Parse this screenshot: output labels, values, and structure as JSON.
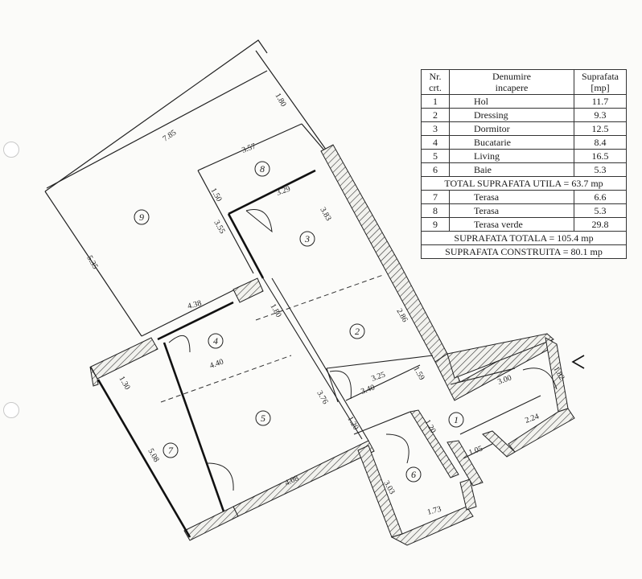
{
  "table": {
    "headers": {
      "nr": "Nr.\ncrt.",
      "name": "Denumire\nincapere",
      "area": "Suprafata\n[mp]"
    },
    "rooms": [
      {
        "nr": "1",
        "name": "Hol",
        "area": "11.7"
      },
      {
        "nr": "2",
        "name": "Dressing",
        "area": "9.3"
      },
      {
        "nr": "3",
        "name": "Dormitor",
        "area": "12.5"
      },
      {
        "nr": "4",
        "name": "Bucatarie",
        "area": "8.4"
      },
      {
        "nr": "5",
        "name": "Living",
        "area": "16.5"
      },
      {
        "nr": "6",
        "name": "Baie",
        "area": "5.3"
      }
    ],
    "total_util": "TOTAL SUPRAFATA UTILA = 63.7 mp",
    "terraces": [
      {
        "nr": "7",
        "name": "Terasa",
        "area": "6.6"
      },
      {
        "nr": "8",
        "name": "Terasa",
        "area": "5.3"
      },
      {
        "nr": "9",
        "name": "Terasa verde",
        "area": "29.8"
      }
    ],
    "total_suprafata": "SUPRAFATA TOTALA = 105.4 mp",
    "total_construita": "SUPRAFATA CONSTRUITA = 80.1 mp"
  },
  "plan": {
    "room_labels": [
      "1",
      "2",
      "3",
      "4",
      "5",
      "6",
      "7",
      "8",
      "9"
    ],
    "dimensions": [
      "7.85",
      "1.80",
      "3.57",
      "1.50",
      "3.29",
      "3.55",
      "3.83",
      "5.35",
      "4.38",
      "1.80",
      "4.40",
      "2.86",
      "1.30",
      "3.25",
      "3.40",
      "1.59",
      "3.00",
      "1.82",
      "3.76",
      "5.08",
      "1.20",
      "1.20",
      "2.24",
      "1.05",
      "4.08",
      "3.03",
      "1.73"
    ]
  }
}
